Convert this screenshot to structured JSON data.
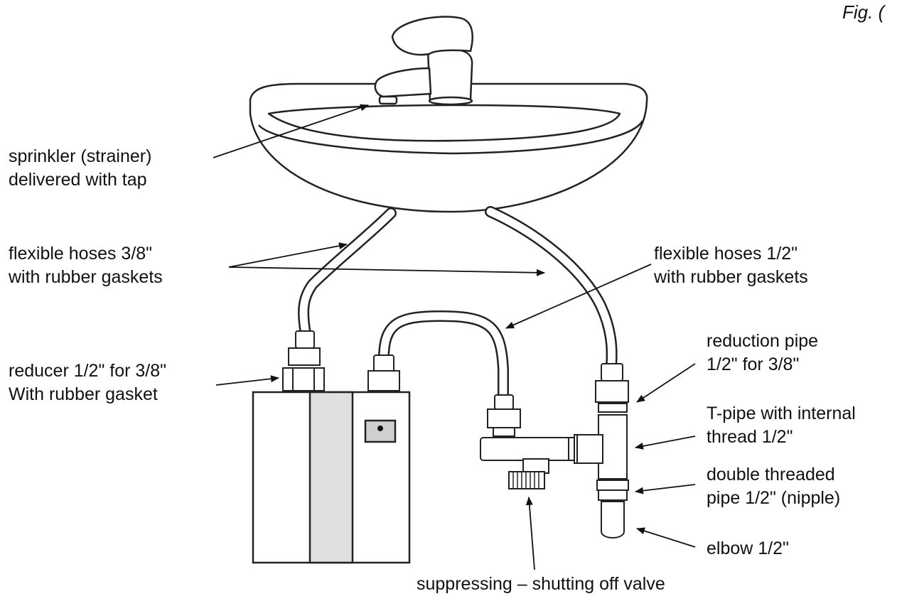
{
  "figure_label": "Fig. (",
  "labels": {
    "sprinkler": [
      "sprinkler (strainer)",
      "delivered with tap"
    ],
    "hoses_38": [
      "flexible hoses 3/8\"",
      "with rubber gaskets"
    ],
    "hoses_12": [
      "flexible hoses 1/2\"",
      "with rubber gaskets"
    ],
    "reducer": [
      "reducer 1/2\" for 3/8\"",
      "With rubber gasket"
    ],
    "reduction_pipe": [
      "reduction pipe",
      "1/2\" for 3/8\""
    ],
    "t_pipe": [
      "T-pipe with internal",
      "thread 1/2\""
    ],
    "nipple": [
      "double threaded",
      "pipe 1/2\" (nipple)"
    ],
    "elbow": [
      "elbow 1/2\""
    ],
    "valve": [
      "suppressing – shutting off valve"
    ]
  }
}
